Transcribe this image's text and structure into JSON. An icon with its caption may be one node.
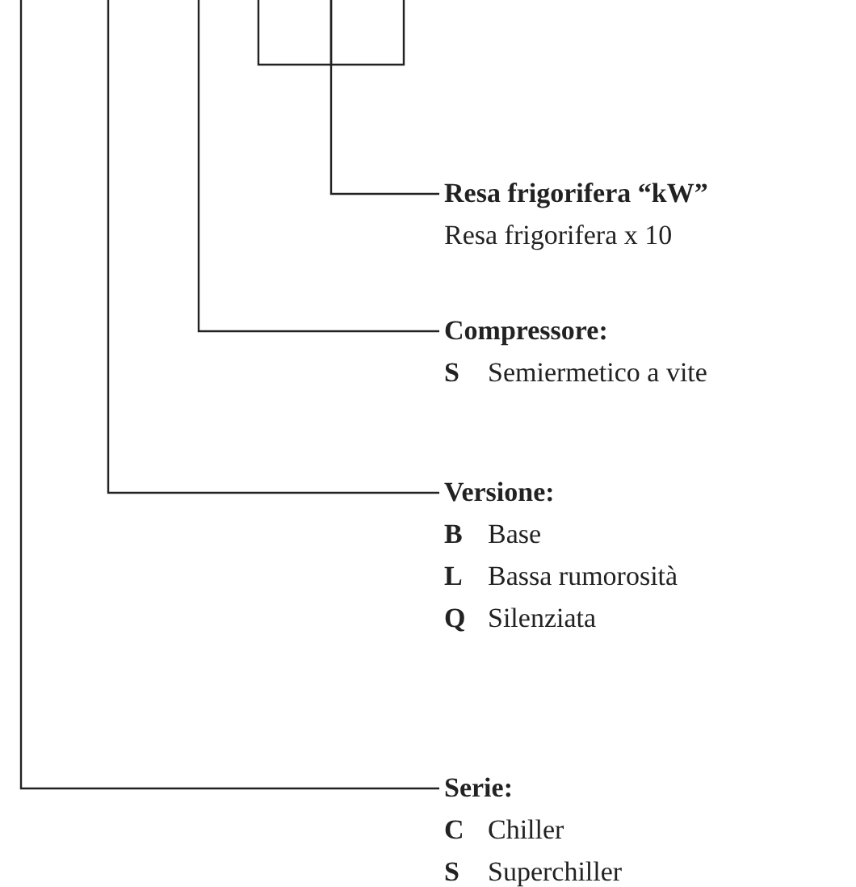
{
  "diagram": {
    "nodes": [
      {
        "text": [
          "Resa frigorifera “kW”",
          "Resa frigorifera x 10"
        ]
      },
      {
        "text": [
          "Compressore:",
          "S",
          "Semiermetico a vite"
        ]
      },
      {
        "text": [
          "Versione:",
          "B",
          "Base",
          "L",
          "Bassa rumorosità",
          "Q",
          "Silenziata"
        ]
      },
      {
        "text": [
          "Serie:",
          "C",
          "Chiller",
          "S",
          "Superchiller"
        ]
      }
    ],
    "edges": [
      {
        "from": 0,
        "to": null,
        "arrow": "none"
      },
      {
        "from": 1,
        "to": null,
        "arrow": "none"
      },
      {
        "from": 2,
        "to": null,
        "arrow": "none"
      },
      {
        "from": 3,
        "to": null,
        "arrow": "none"
      }
    ]
  }
}
